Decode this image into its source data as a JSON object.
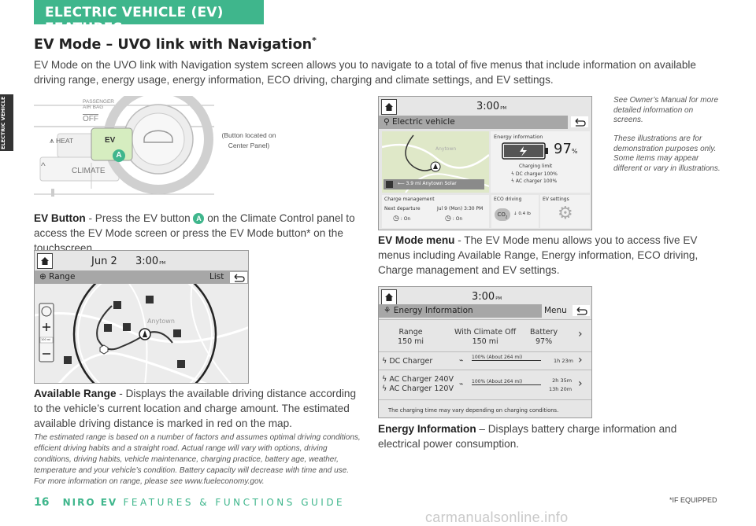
{
  "header": {
    "section": "ELECTRIC VEHICLE (EV) FEATURES",
    "side_tab": "ELECTRIC VEHICLE (EV) FEATURES"
  },
  "title": {
    "main": "EV Mode – UVO link with Navigation",
    "sup": "*"
  },
  "intro": "EV Mode on the UVO link with Navigation system screen allows you to navigate to a total of five menus that include information on available driving range, energy usage, energy information, ECO driving, charging and climate settings, and EV settings.",
  "climate_panel": {
    "airbag_label_1": "PASSENGER",
    "airbag_label_2": "AIR BAG",
    "airbag_status": "OFF",
    "heat_label": "HEAT",
    "ev_label": "EV",
    "climate_label": "CLIMATE",
    "badge": "A",
    "note": "(Button located on Center Panel)"
  },
  "ev_button": {
    "label": "EV Button",
    "text_1": " - Press the EV button ",
    "badge": "A",
    "text_2": " on the Climate Control panel to access the EV Mode screen or press the EV Mode button* on the touchscreen."
  },
  "range_screen": {
    "date": "Jun 2",
    "time": "3:00",
    "ampm": "PM",
    "tab": "Range",
    "list": "List",
    "town": "Anytown",
    "scale": "100 mi"
  },
  "available_range": {
    "label": "Available Range",
    "text": " - Displays the available driving distance according to the vehicle’s current location and charge amount. The estimated available driving distance is marked in red on the map."
  },
  "fine_print": "The estimated range is based on a number of factors and assumes optimal driving conditions, efficient driving habits and a straight road. Actual range will vary with options, driving conditions, driving habits, vehicle maintenance, charging practice, battery age, weather, temperature and your vehicle’s condition. Battery capacity will decrease with time and use. For more information on range, please see www.fueleconomy.gov.",
  "ev_screen": {
    "time": "3:00",
    "ampm": "PM",
    "title": "Electric vehicle",
    "town": "Anytown",
    "distance": "3.9 mi Anytown Solar",
    "energy_info": "Energy information",
    "percent": "97",
    "percent_unit": "%",
    "charging_limit": "Charging limit",
    "dc_limit": "DC charger 100%",
    "ac_limit": "AC charger 100%",
    "charge_mgmt": "Charge management",
    "next_departure": "Next departure",
    "departure_time": "Jul 9 (Mon) 3:30 PM",
    "on_1": ": On",
    "on_2": ": On",
    "eco_driving": "ECO driving",
    "co2": "CO",
    "co2_sub": "2",
    "co2_value": "0.4 lb",
    "ev_settings": "EV settings"
  },
  "side_notes": {
    "manual": "See Owner’s Manual for more detailed information on screens.",
    "illustration": "These illustrations are for demonstration purposes only. Some items may appear different or vary in illustrations."
  },
  "ev_mode_menu": {
    "label": "EV Mode menu",
    "text": " - The EV Mode menu allows you to access five EV menus including Available Range, Energy information, ECO driving, Charge management and EV settings."
  },
  "ei_screen": {
    "time": "3:00",
    "ampm": "PM",
    "title": "Energy Information",
    "menu": "Menu",
    "range_label": "Range",
    "range_value": "150 mi",
    "climate_label": "With Climate Off",
    "climate_value": "150 mi",
    "battery_label": "Battery",
    "battery_value": "97%",
    "dc_label": "DC Charger",
    "dc_level": "100% (About 264 mi)",
    "dc_time": "1h 23m",
    "ac240_label": "AC Charger 240V",
    "ac120_label": "AC Charger 120V",
    "ac_level": "100% (About 264 mi)",
    "ac240_time": "2h 35m",
    "ac120_time": "13h 20m",
    "notice": "The charging time may vary depending on charging conditions."
  },
  "energy_information": {
    "label": "Energy Information",
    "text": " – Displays battery charge information and electrical power consumption."
  },
  "footer": {
    "page": "16",
    "model": "NIRO EV",
    "guide": "FEATURES & FUNCTIONS GUIDE",
    "if_equipped": "*IF EQUIPPED",
    "watermark": "carmanualsonline.info"
  },
  "colors": {
    "accent": "#3fb68c",
    "range_ring": "#222222",
    "screen_bg": "#e6e6e6"
  },
  "icons": [
    "home-icon",
    "back-icon",
    "range-icon",
    "battery-icon",
    "charge-icon",
    "gear-icon",
    "car-icon",
    "chevron-right-icon",
    "plug-icon",
    "leaf-icon"
  ]
}
